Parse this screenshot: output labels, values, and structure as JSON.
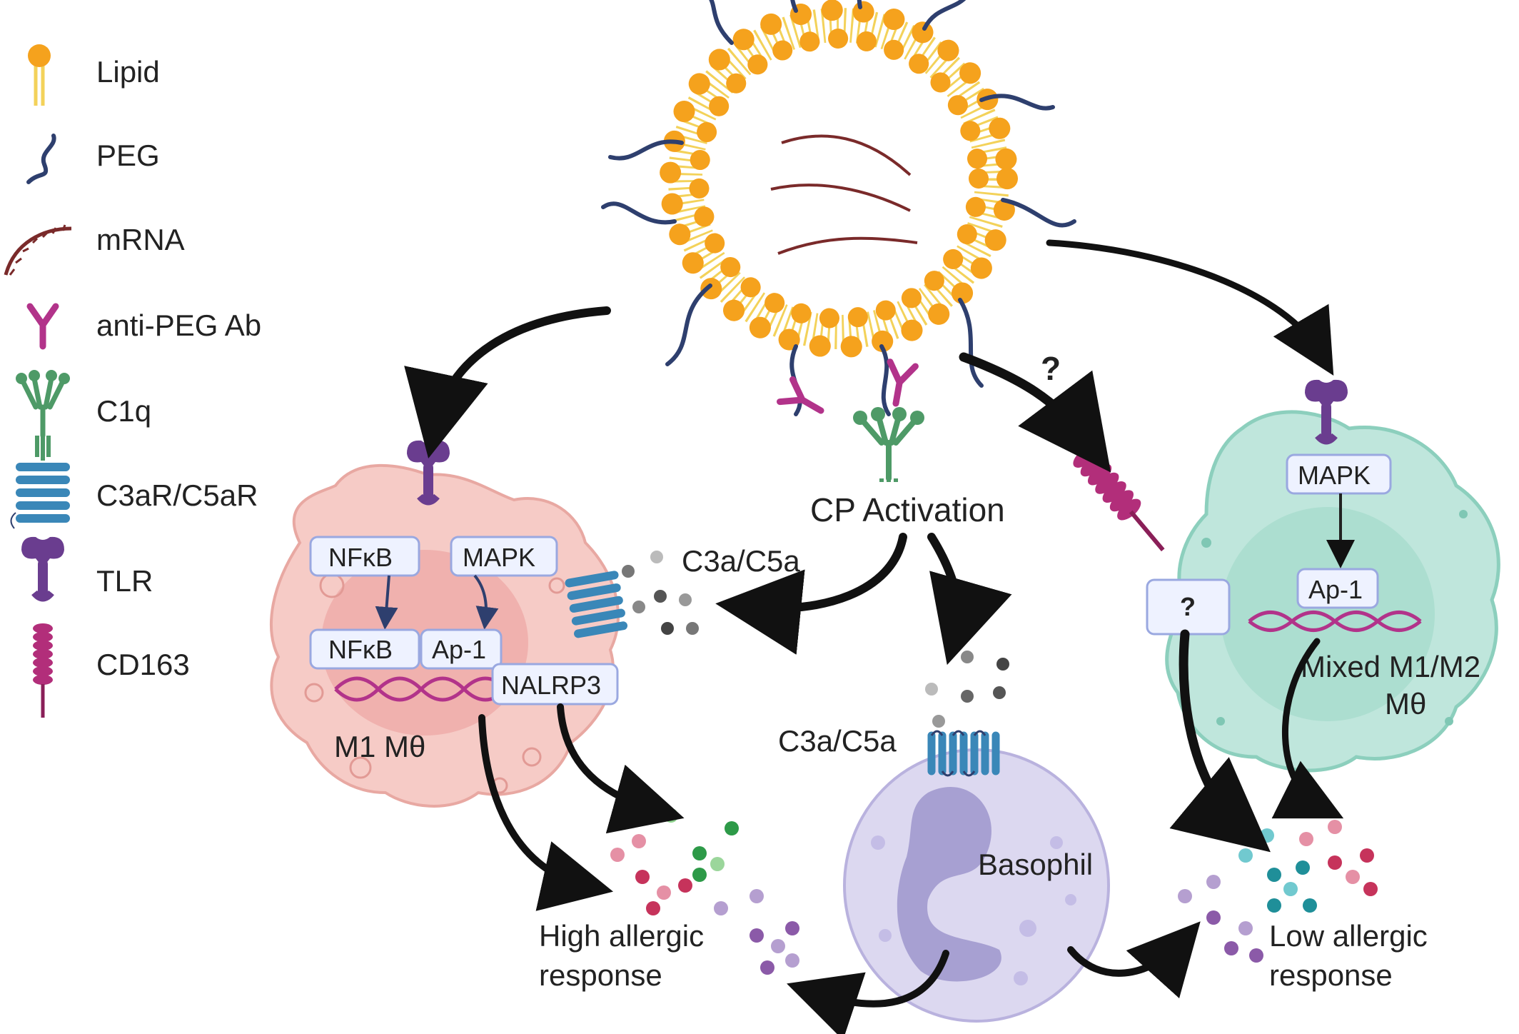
{
  "legend": [
    {
      "label": "Lipid",
      "icon": "lipid-icon"
    },
    {
      "label": "PEG",
      "icon": "peg-icon"
    },
    {
      "label": "mRNA",
      "icon": "mrna-icon"
    },
    {
      "label": "anti-PEG Ab",
      "icon": "antibody-icon"
    },
    {
      "label": "C1q",
      "icon": "c1q-icon"
    },
    {
      "label": "C3aR/C5aR",
      "icon": "receptor-icon"
    },
    {
      "label": "TLR",
      "icon": "tlr-icon"
    },
    {
      "label": "CD163",
      "icon": "cd163-icon"
    }
  ],
  "labels": {
    "cp_activation": "CP Activation",
    "c3a_c5a_top": "C3a/C5a",
    "c3a_c5a_basophil": "C3a/C5a",
    "basophil": "Basophil",
    "m1": "M1 Mθ",
    "mixed_line1": "Mixed M1/M2",
    "mixed_line2": "Mθ",
    "high_line1": "High allergic",
    "high_line2": "response",
    "low_line1": "Low allergic",
    "low_line2": "response",
    "question": "?"
  },
  "boxes": {
    "m1_nfkb_top": "NFκB",
    "m1_mapk": "MAPK",
    "m1_nfkb_bottom": "NFκB",
    "m1_ap1": "Ap-1",
    "m1_nalrp3": "NALRP3",
    "mixed_mapk": "MAPK",
    "mixed_ap1": "Ap-1",
    "cd163_question": "?"
  },
  "colors": {
    "lipid": "#f5a21d",
    "lipid_tail": "#f3d25a",
    "peg": "#2e3f6e",
    "mrna": "#7a2a2a",
    "antibody": "#b2338a",
    "c1q": "#4e9a67",
    "receptor": "#3a87b8",
    "tlr": "#6a3d8f",
    "cd163": "#b22e7a",
    "m1_cell": "#f6cbc6",
    "mixed_cell": "#bfe6dc",
    "basophil_cell": "#dcd8f0"
  }
}
